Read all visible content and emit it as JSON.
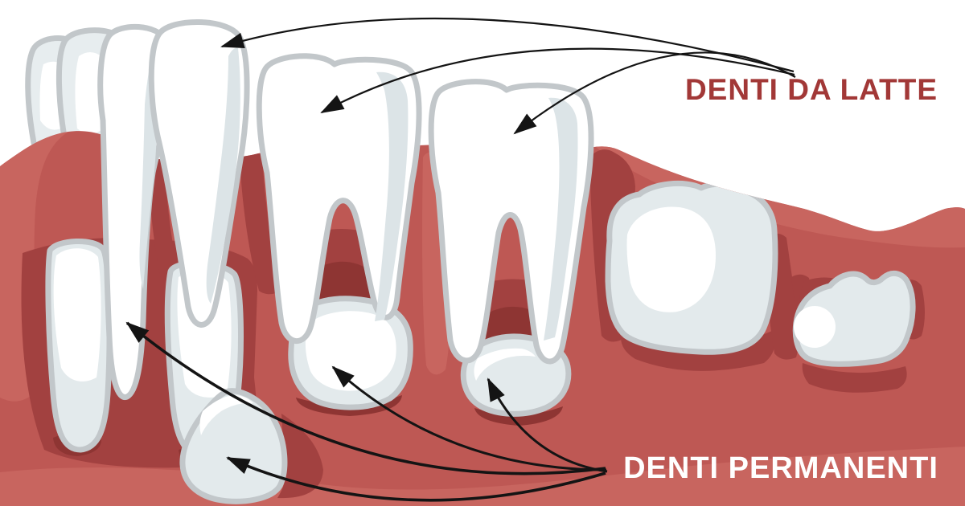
{
  "labels": {
    "baby_teeth": "DENTI DA LATTE",
    "permanent_teeth": "DENTI PERMANENTI"
  },
  "colors": {
    "background": "#FFFFFF",
    "gum_light": "#C8655F",
    "gum_main": "#BE5854",
    "gum_dark": "#A24140",
    "gum_darkest": "#8E3533",
    "tooth_fill": "#FFFFFF",
    "tooth_small_fill": "#E7EDEF",
    "tooth_embedded_fill": "#E3EAEC",
    "tooth_shade": "#DCE4E7",
    "tooth_outline": "#C2C7CA",
    "arrow_color": "#141414",
    "label_baby": "#A23837",
    "label_permanent": "#FFFFFF"
  },
  "legend": {
    "baby_teeth_arrows": 3,
    "permanent_teeth_arrows": 4
  }
}
